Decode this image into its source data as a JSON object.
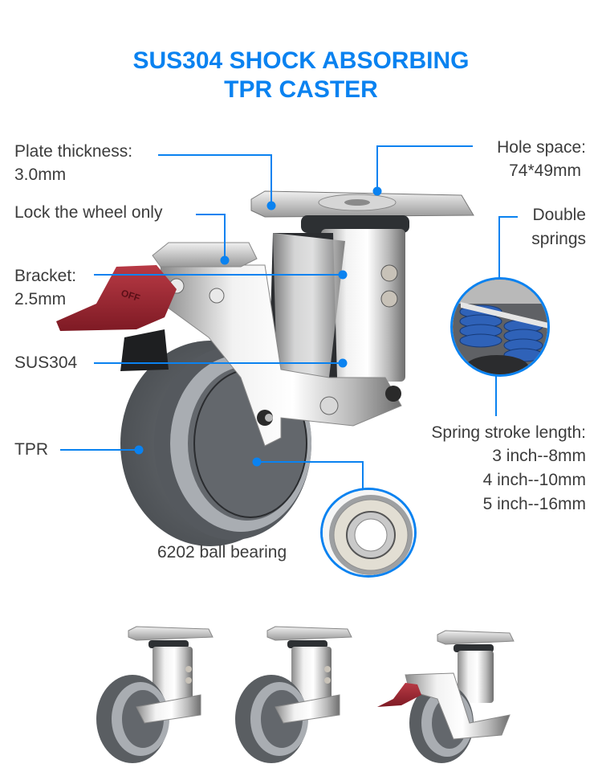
{
  "header": {
    "title_line1": "SUS304 SHOCK ABSORBING",
    "title_line2": "TPR CASTER",
    "accent_color": "#0a82f0"
  },
  "callouts": {
    "plate_thickness": {
      "line1": "Plate thickness:",
      "line2": "3.0mm"
    },
    "lock": {
      "line1": "Lock the wheel only"
    },
    "bracket": {
      "line1": "Bracket:",
      "line2": "2.5mm"
    },
    "material": {
      "line1": "SUS304"
    },
    "wheel_material": {
      "line1": "TPR"
    },
    "hole_space": {
      "line1": "Hole space:",
      "line2": "74*49mm"
    },
    "springs": {
      "line1": "Double",
      "line2": "springs"
    },
    "bearing": {
      "line1": "6202 ball bearing"
    },
    "spring_stroke": {
      "heading": "Spring stroke length:",
      "rows": [
        "3 inch--8mm",
        "4 inch--10mm",
        "5 inch--16mm"
      ]
    }
  },
  "images": {
    "main_product": "shock-absorbing-caster-with-brake",
    "spring_detail": "double-blue-springs-closeup",
    "bearing_detail": "6202-ball-bearing",
    "variants": [
      "swivel-caster",
      "swivel-caster",
      "swivel-caster-with-brake"
    ]
  },
  "brake_pedal_text": "OFF"
}
